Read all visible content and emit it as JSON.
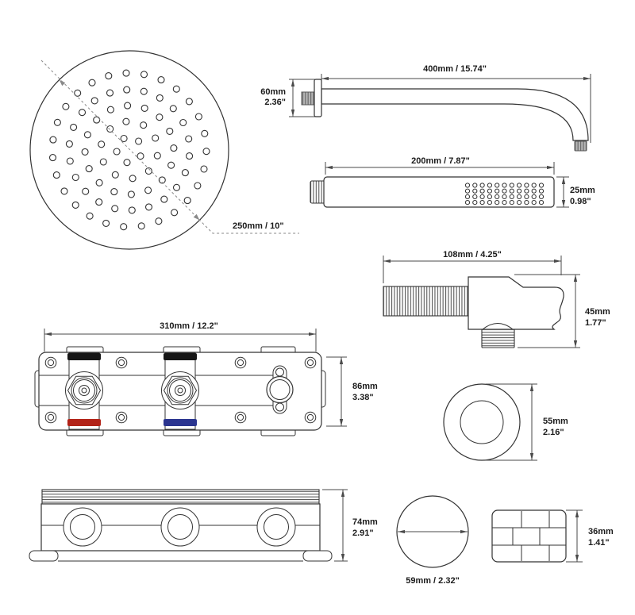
{
  "diagram": {
    "type": "shower-system-dimension-spec",
    "colors": {
      "hot_indicator": "#b22318",
      "cold_indicator": "#2b3590",
      "cap_indicator": "#161616"
    },
    "parts": {
      "shower_head": {
        "diameter_label": "250mm / 10\""
      },
      "shower_arm": {
        "length_label": "400mm / 15.74\"",
        "flange_mm": "60mm",
        "flange_in": "2.36\""
      },
      "hand_shower": {
        "length_label": "200mm / 7.87\"",
        "diameter_mm": "25mm",
        "diameter_in": "0.98\""
      },
      "holder": {
        "length_label": "108mm / 4.25\"",
        "height_mm": "45mm",
        "height_in": "1.77\""
      },
      "valve_front": {
        "width_label": "310mm / 12.2\"",
        "height_mm": "86mm",
        "height_in": "3.38\""
      },
      "trim_ring": {
        "diameter_mm": "55mm",
        "diameter_in": "2.16\""
      },
      "valve_side": {
        "height_mm": "74mm",
        "height_in": "2.91\""
      },
      "handle_face": {
        "diameter_label": "59mm / 2.32\""
      },
      "handle_side": {
        "height_mm": "36mm",
        "height_in": "1.41\""
      }
    }
  }
}
